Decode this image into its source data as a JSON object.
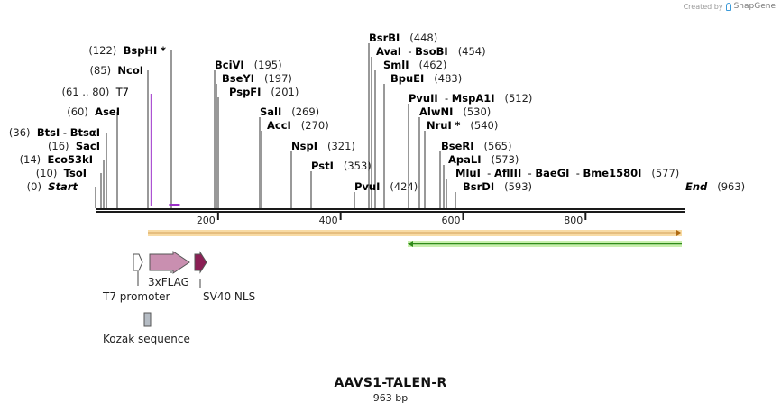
{
  "credit": {
    "prefix": "Created by",
    "brand": "SnapGene"
  },
  "sequence": {
    "name": "AAVS1-TALEN-R",
    "length_label": "963 bp",
    "length": 963
  },
  "ruler": {
    "ticks": [
      200,
      400,
      600,
      800
    ]
  },
  "left_sites": [
    {
      "pos": "(122)",
      "name": "BspHI",
      "mark": "*",
      "bold": true,
      "site": 122
    },
    {
      "pos": "(85)",
      "name": "NcoI",
      "bold": true,
      "site": 85
    },
    {
      "pos": "(61 .. 80)",
      "name": "T7",
      "bold": false,
      "color": "#9b30c8",
      "site": 61,
      "site_end": 80
    },
    {
      "pos": "(60)",
      "name": "AseI",
      "bold": true,
      "site": 60
    },
    {
      "pos": "(36)",
      "name": "BtsI",
      "name2": "BtsαI",
      "bold": true,
      "site": 36
    },
    {
      "pos": "(16)",
      "name": "SacI",
      "bold": true,
      "site": 16
    },
    {
      "pos": "(14)",
      "name": "Eco53kI",
      "bold": true,
      "site": 14
    },
    {
      "pos": "(10)",
      "name": "TsoI",
      "bold": true,
      "site": 10
    },
    {
      "pos": "(0)",
      "name": "Start",
      "bold": true,
      "italic": true,
      "site": 0
    }
  ],
  "mid_sites": [
    {
      "name": "BciVI",
      "pos": "(195)",
      "site": 195
    },
    {
      "name": "BseYI",
      "pos": "(197)",
      "site": 197
    },
    {
      "name": "PspFI",
      "pos": "(201)",
      "site": 201
    },
    {
      "name": "SalI",
      "pos": "(269)",
      "site": 269
    },
    {
      "name": "AccI",
      "pos": "(270)",
      "site": 270
    },
    {
      "name": "NspI",
      "pos": "(321)",
      "site": 321
    },
    {
      "name": "PstI",
      "pos": "(353)",
      "site": 353
    },
    {
      "name": "PvuI",
      "pos": "(424)",
      "site": 424
    }
  ],
  "right_sites": [
    {
      "name": "BsrBI",
      "pos": "(448)",
      "site": 448
    },
    {
      "name": "AvaI",
      "name2": "BsoBI",
      "pos": "(454)",
      "site": 454
    },
    {
      "name": "SmlI",
      "pos": "(462)",
      "site": 462
    },
    {
      "name": "BpuEI",
      "pos": "(483)",
      "site": 483
    },
    {
      "name": "PvuII",
      "name2": "MspA1I",
      "pos": "(512)",
      "site": 512
    },
    {
      "name": "AlwNI",
      "pos": "(530)",
      "site": 530
    },
    {
      "name": "NruI",
      "mark": "*",
      "pos": "(540)",
      "site": 540
    },
    {
      "name": "BseRI",
      "pos": "(565)",
      "site": 565
    },
    {
      "name": "ApaLI",
      "pos": "(573)",
      "site": 573
    },
    {
      "name": "MluI",
      "name2": "AflIII",
      "name3": "BaeGI",
      "name4": "Bme1580I",
      "pos": "(577)",
      "site": 577
    },
    {
      "name": "BsrDI",
      "pos": "(593)",
      "site": 593
    },
    {
      "name": "End",
      "pos": "(963)",
      "italic": true,
      "site": 963
    }
  ],
  "features": {
    "orange_bar": {
      "start": 85,
      "end": 963,
      "color": "#f0a93a"
    },
    "green_bar": {
      "start": 515,
      "end": 963,
      "color": "#7fd35a"
    },
    "t7_promoter": {
      "label": "T7 promoter",
      "color": "#ffffff"
    },
    "flag": {
      "label": "3xFLAG",
      "color": "#c98fb0"
    },
    "sv40": {
      "label": "SV40 NLS",
      "color": "#8b1f55"
    },
    "kozak": {
      "label": "Kozak sequence",
      "color": "#b5bcc4"
    }
  }
}
